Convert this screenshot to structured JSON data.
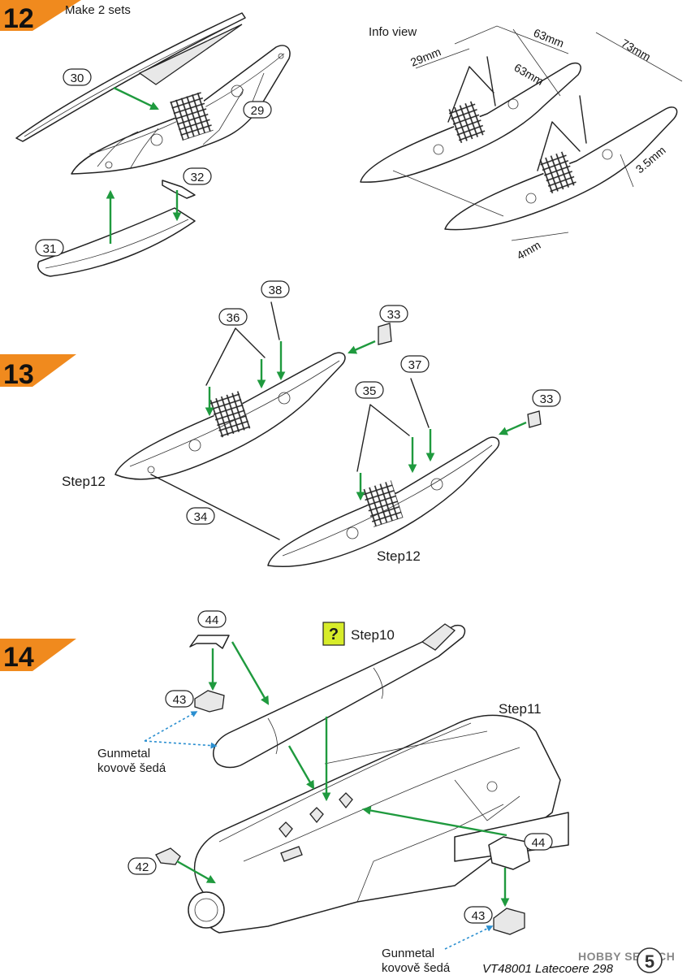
{
  "steps": [
    {
      "number": "12",
      "note": "Make 2 sets"
    },
    {
      "number": "13"
    },
    {
      "number": "14"
    }
  ],
  "info_view": {
    "title": "Info view",
    "dimensions": [
      "29mm",
      "63mm",
      "63mm",
      "73mm",
      "3.5mm",
      "4mm"
    ]
  },
  "part_labels": {
    "p29": "29",
    "p30": "30",
    "p31": "31",
    "p32": "32",
    "p33a": "33",
    "p33b": "33",
    "p34": "34",
    "p35": "35",
    "p36": "36",
    "p37": "37",
    "p38": "38",
    "p42": "42",
    "p43a": "43",
    "p43b": "43",
    "p44a": "44",
    "p44b": "44"
  },
  "step_refs": {
    "s13_left": "Step12",
    "s13_right": "Step12",
    "s14_step10": "Step10",
    "s14_step11": "Step11",
    "question_mark": "?"
  },
  "color_notes": [
    {
      "line1": "Gunmetal",
      "line2": "kovově šedá"
    },
    {
      "line1": "Gunmetal",
      "line2": "kovově šedá"
    }
  ],
  "footer": {
    "product": "VT48001 Latecoere 298",
    "page": "5",
    "watermark": "HOBBY SEARCH"
  },
  "colors": {
    "step_badge": "#f08a1e",
    "arrow": "#1f9a3e",
    "note_leader": "#2b8fd0",
    "question_box": "#d7ec2a"
  }
}
